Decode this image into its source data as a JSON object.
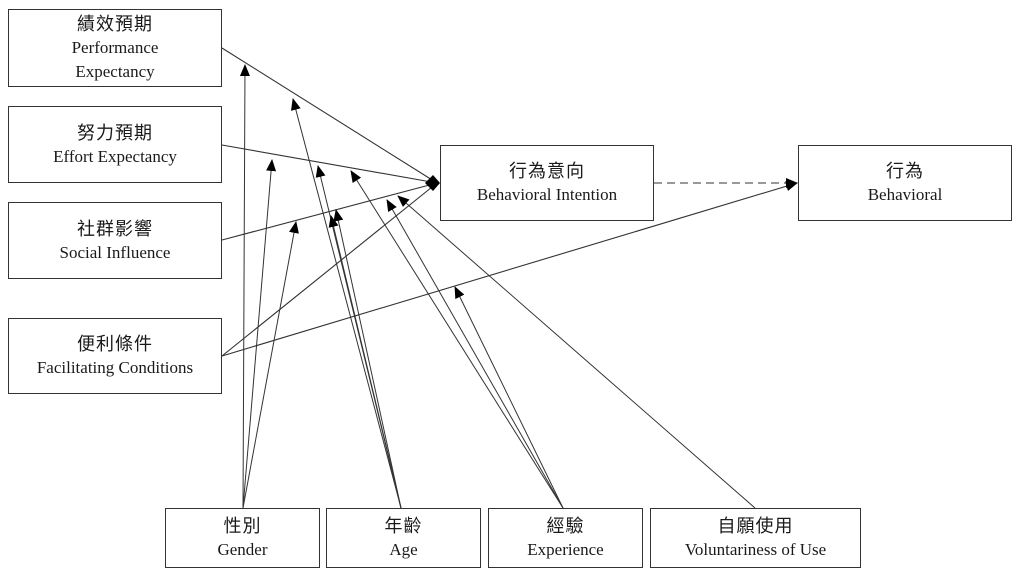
{
  "title": "UTAUT model",
  "nodes": {
    "pe": {
      "zh": "績效預期",
      "en1": "Performance",
      "en2": "Expectancy"
    },
    "ee": {
      "zh": "努力預期",
      "en": "Effort Expectancy"
    },
    "si": {
      "zh": "社群影響",
      "en": "Social Influence"
    },
    "fc": {
      "zh": "便利條件",
      "en": "Facilitating Conditions"
    },
    "bi": {
      "zh": "行為意向",
      "en": "Behavioral Intention"
    },
    "b": {
      "zh": "行為",
      "en": "Behavioral"
    },
    "gender": {
      "zh": "性別",
      "en": "Gender"
    },
    "age": {
      "zh": "年齡",
      "en": "Age"
    },
    "exp": {
      "zh": "經驗",
      "en": "Experience"
    },
    "vol": {
      "zh": "自願使用",
      "en": "Voluntariness of Use"
    }
  },
  "edges": [
    {
      "from": "pe",
      "to": "bi",
      "style": "solid"
    },
    {
      "from": "ee",
      "to": "bi",
      "style": "solid"
    },
    {
      "from": "si",
      "to": "bi",
      "style": "solid"
    },
    {
      "from": "fc",
      "to": "bi",
      "style": "solid"
    },
    {
      "from": "fc",
      "to": "b",
      "style": "solid"
    },
    {
      "from": "bi",
      "to": "b",
      "style": "dashed"
    }
  ],
  "moderations": [
    {
      "from": "gender",
      "on": "pe->bi"
    },
    {
      "from": "gender",
      "on": "ee->bi"
    },
    {
      "from": "gender",
      "on": "si->bi"
    },
    {
      "from": "age",
      "on": "pe->bi"
    },
    {
      "from": "age",
      "on": "ee->bi"
    },
    {
      "from": "age",
      "on": "si->bi"
    },
    {
      "from": "age",
      "on": "fc->b"
    },
    {
      "from": "exp",
      "on": "ee->bi"
    },
    {
      "from": "exp",
      "on": "si->bi"
    },
    {
      "from": "exp",
      "on": "fc->b"
    },
    {
      "from": "vol",
      "on": "si->bi"
    }
  ]
}
